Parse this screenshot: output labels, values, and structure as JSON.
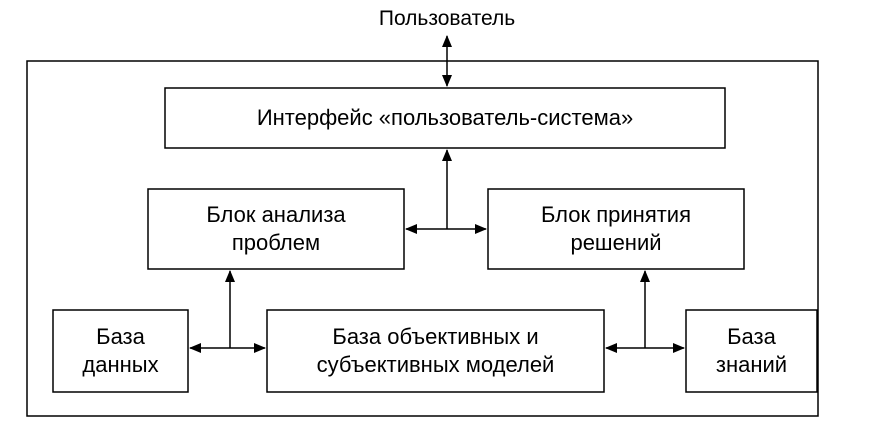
{
  "diagram": {
    "user": "Пользователь",
    "interface": "Интерфейс «пользователь-система»",
    "problem_analysis": "Блок анализа\nпроблем",
    "decision_making": "Блок принятия\nрешений",
    "database": "База\nданных",
    "models_base": "База объективных и\nсубъективных моделей",
    "knowledge_base": "База\nзнаний"
  }
}
